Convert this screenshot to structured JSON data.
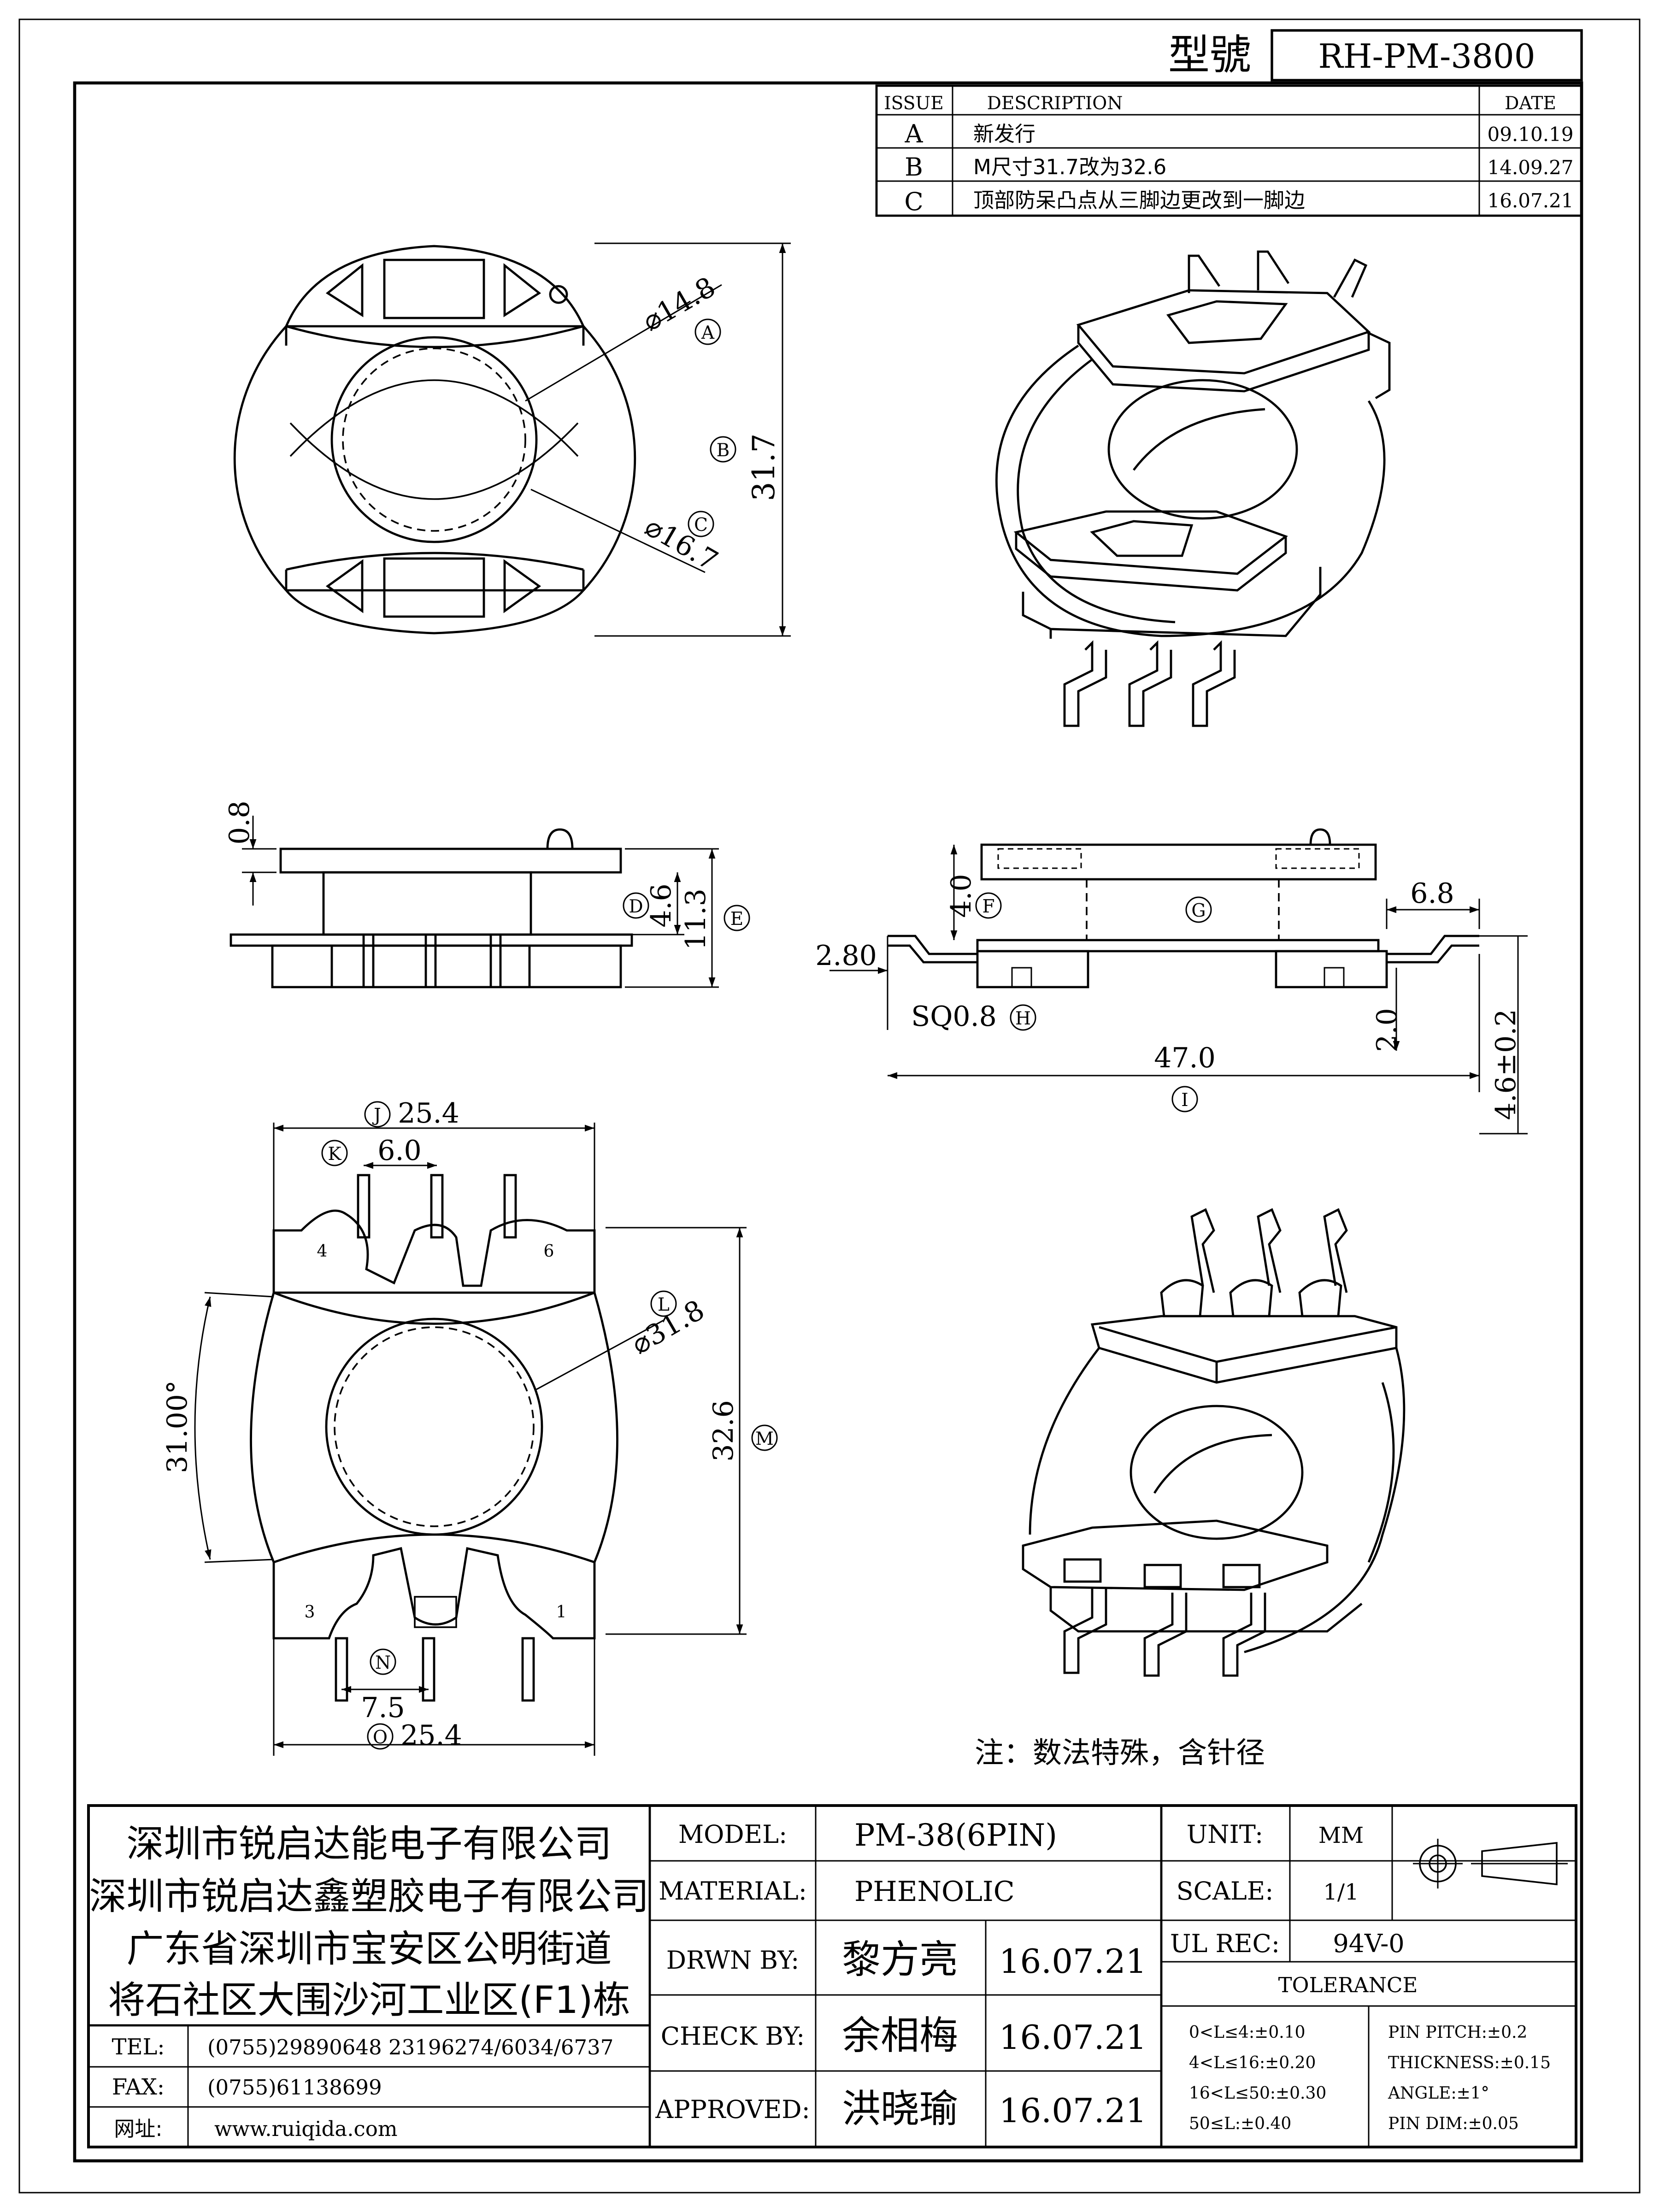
{
  "title_block": {
    "model_label": "型號",
    "model_value": "RH-PM-3800"
  },
  "revision_table": {
    "headers": {
      "issue": "ISSUE",
      "description": "DESCRIPTION",
      "date": "DATE"
    },
    "rows": [
      {
        "issue": "A",
        "description": "新发行",
        "date": "09.10.19"
      },
      {
        "issue": "B",
        "description": "M尺寸31.7改为32.6",
        "date": "14.09.27"
      },
      {
        "issue": "C",
        "description": "顶部防呆凸点从三脚边更改到一脚边",
        "date": "16.07.21"
      }
    ]
  },
  "top_view": {
    "dim_inner": "⌀14.8",
    "tag_inner": "A",
    "dim_height": "31.7",
    "tag_height": "B",
    "dim_outer": "⌀16.7",
    "tag_outer": "C"
  },
  "side_view": {
    "dim_flange": "0.8",
    "dim_d": "4.6",
    "tag_d": "D",
    "dim_e": "11.3",
    "tag_e": "E"
  },
  "front_view": {
    "dim_f": "4.0",
    "tag_f": "F",
    "tag_g": "G",
    "dim_pin_ext": "6.8",
    "dim_pin_offset": "2.80",
    "dim_sq": "SQ0.8",
    "tag_sq": "H",
    "dim_total": "47.0",
    "tag_total": "I",
    "dim_pin_h": "2.0",
    "dim_pin_len": "4.6±0.2"
  },
  "bottom_view": {
    "dim_top_width": "25.4",
    "tag_top_width": "J",
    "dim_pin_pitch_top": "6.0",
    "tag_pin_pitch_top": "K",
    "dim_dia": "⌀31.8",
    "tag_dia": "L",
    "dim_height": "32.6",
    "tag_height": "M",
    "dim_angle": "31.00°",
    "dim_pin_pitch_bottom": "7.5",
    "tag_pin_pitch_bottom": "N",
    "dim_bottom_width": "25.4",
    "tag_bottom_width": "O",
    "pin_labels": {
      "p4": "4",
      "p6": "6",
      "p3": "3",
      "p1": "1"
    }
  },
  "note": "注：数法特殊，含针径",
  "company": {
    "lines": [
      "深圳市锐启达能电子有限公司",
      "深圳市锐启达鑫塑胶电子有限公司",
      "广东省深圳市宝安区公明街道",
      "将石社区大围沙河工业区(F1)栋"
    ],
    "tel_label": "TEL:",
    "tel": "(0755)29890648  23196274/6034/6737",
    "fax_label": "FAX:",
    "fax": "(0755)61138699",
    "web_label": "网址:",
    "web": "www.ruiqida.com"
  },
  "spec": {
    "model_label": "MODEL:",
    "model": "PM-38(6PIN)",
    "material_label": "MATERIAL:",
    "material": "PHENOLIC",
    "drawn_label": "DRWN BY:",
    "drawn_name": "黎方亮",
    "drawn_date": "16.07.21",
    "check_label": "CHECK BY:",
    "check_name": "余相梅",
    "check_date": "16.07.21",
    "approved_label": "APPROVED:",
    "approved_name": "洪晓瑜",
    "approved_date": "16.07.21",
    "unit_label": "UNIT:",
    "unit": "MM",
    "scale_label": "SCALE:",
    "scale": "1/1",
    "ul_label": "UL REC:",
    "ul": "94V-0",
    "tolerance_label": "TOLERANCE",
    "tolerances": [
      "0<L≤4:±0.10",
      "4<L≤16:±0.20",
      "16<L≤50:±0.30",
      "50≤L:±0.40"
    ],
    "tolerances2": [
      "PIN PITCH:±0.2",
      "THICKNESS:±0.15",
      "ANGLE:±1°",
      "PIN DIM:±0.05"
    ]
  }
}
